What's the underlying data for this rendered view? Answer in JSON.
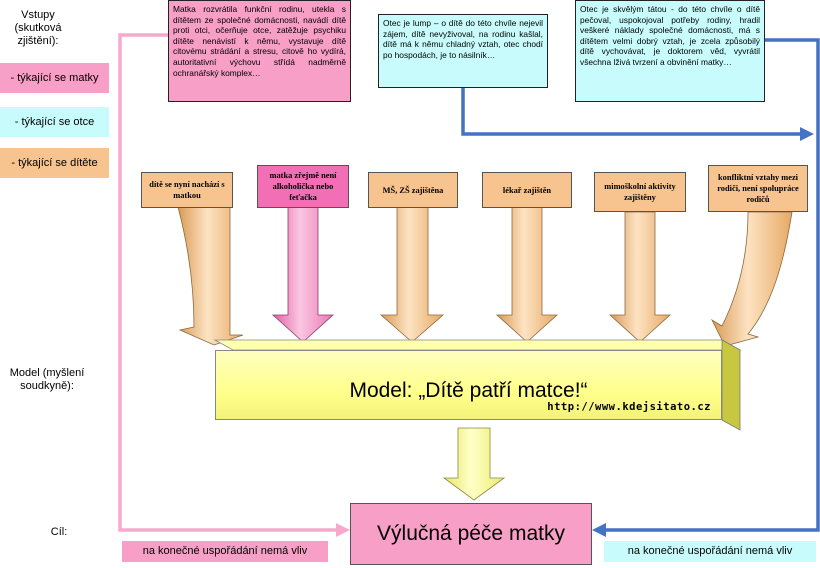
{
  "side_labels": {
    "inputs": "Vstupy (skutková zjištění):",
    "model": "Model (myšlení soudkyně):",
    "goal": "Cíl:"
  },
  "legend": [
    {
      "label": "- týkající se matky",
      "color": "#f79fc6"
    },
    {
      "label": "- týkající se otce",
      "color": "#c8fcfc"
    },
    {
      "label": "- týkající se dítěte",
      "color": "#f7c38f"
    }
  ],
  "notes": {
    "mother": "Matka rozvrátila funkční rodinu, utekla s dítětem ze společné domácnosti, navádí dítě proti otci, očerňuje otce, zatěžuje psychiku dítěte nenávistí k němu, vystavuje dítě citovému strádání a stresu, citově ho vydírá, autoritativní výchovu střídá nadměrně ochranářský komplex…",
    "father_bad": "Otec je lump – o dítě do této chvíle nejevil zájem, dítě nevyživoval, na rodinu kašlal, dítě má k němu chladný vztah, otec chodí po hospodách, je to násilník…",
    "father_good": "Otec je skvělým tátou - do této chvíle o dítě pečoval, uspokojoval potřeby rodiny, hradil veškeré náklady společné domácnosti, má s dítětem velmi dobrý vztah, je zcela způsobilý dítě vychovávat, je doktorem věd, vyvrátil všechna lživá tvrzení a obvinění matky…"
  },
  "causes": [
    {
      "label": "dítě se nyní nachází s matkou",
      "relates_to": "child"
    },
    {
      "label": "matka zřejmě není alkoholička nebo feťačka",
      "relates_to": "mother"
    },
    {
      "label": "MŠ, ZŠ zajištěna",
      "relates_to": "child"
    },
    {
      "label": "lékař zajištěn",
      "relates_to": "child"
    },
    {
      "label": "mimoškolní aktivity zajištěny",
      "relates_to": "child"
    },
    {
      "label": "konfliktní vztahy mezi rodiči, není spolupráce rodičů",
      "relates_to": "child"
    }
  ],
  "model": {
    "title": "Model: „Dítě patří matce!“",
    "url": "http://www.kdejsitato.cz"
  },
  "goal": {
    "label": "Výlučná péče matky"
  },
  "bottom_labels": {
    "left": "na konečné uspořádání nemá vliv",
    "right": "na konečné uspořádání nemá vliv"
  },
  "colors": {
    "mother": "#f79fc6",
    "father": "#c8fcfc",
    "child": "#f7c38f",
    "model": "#ffff99",
    "mother_line": "#f8a8cc",
    "father_line": "#4472c4"
  }
}
